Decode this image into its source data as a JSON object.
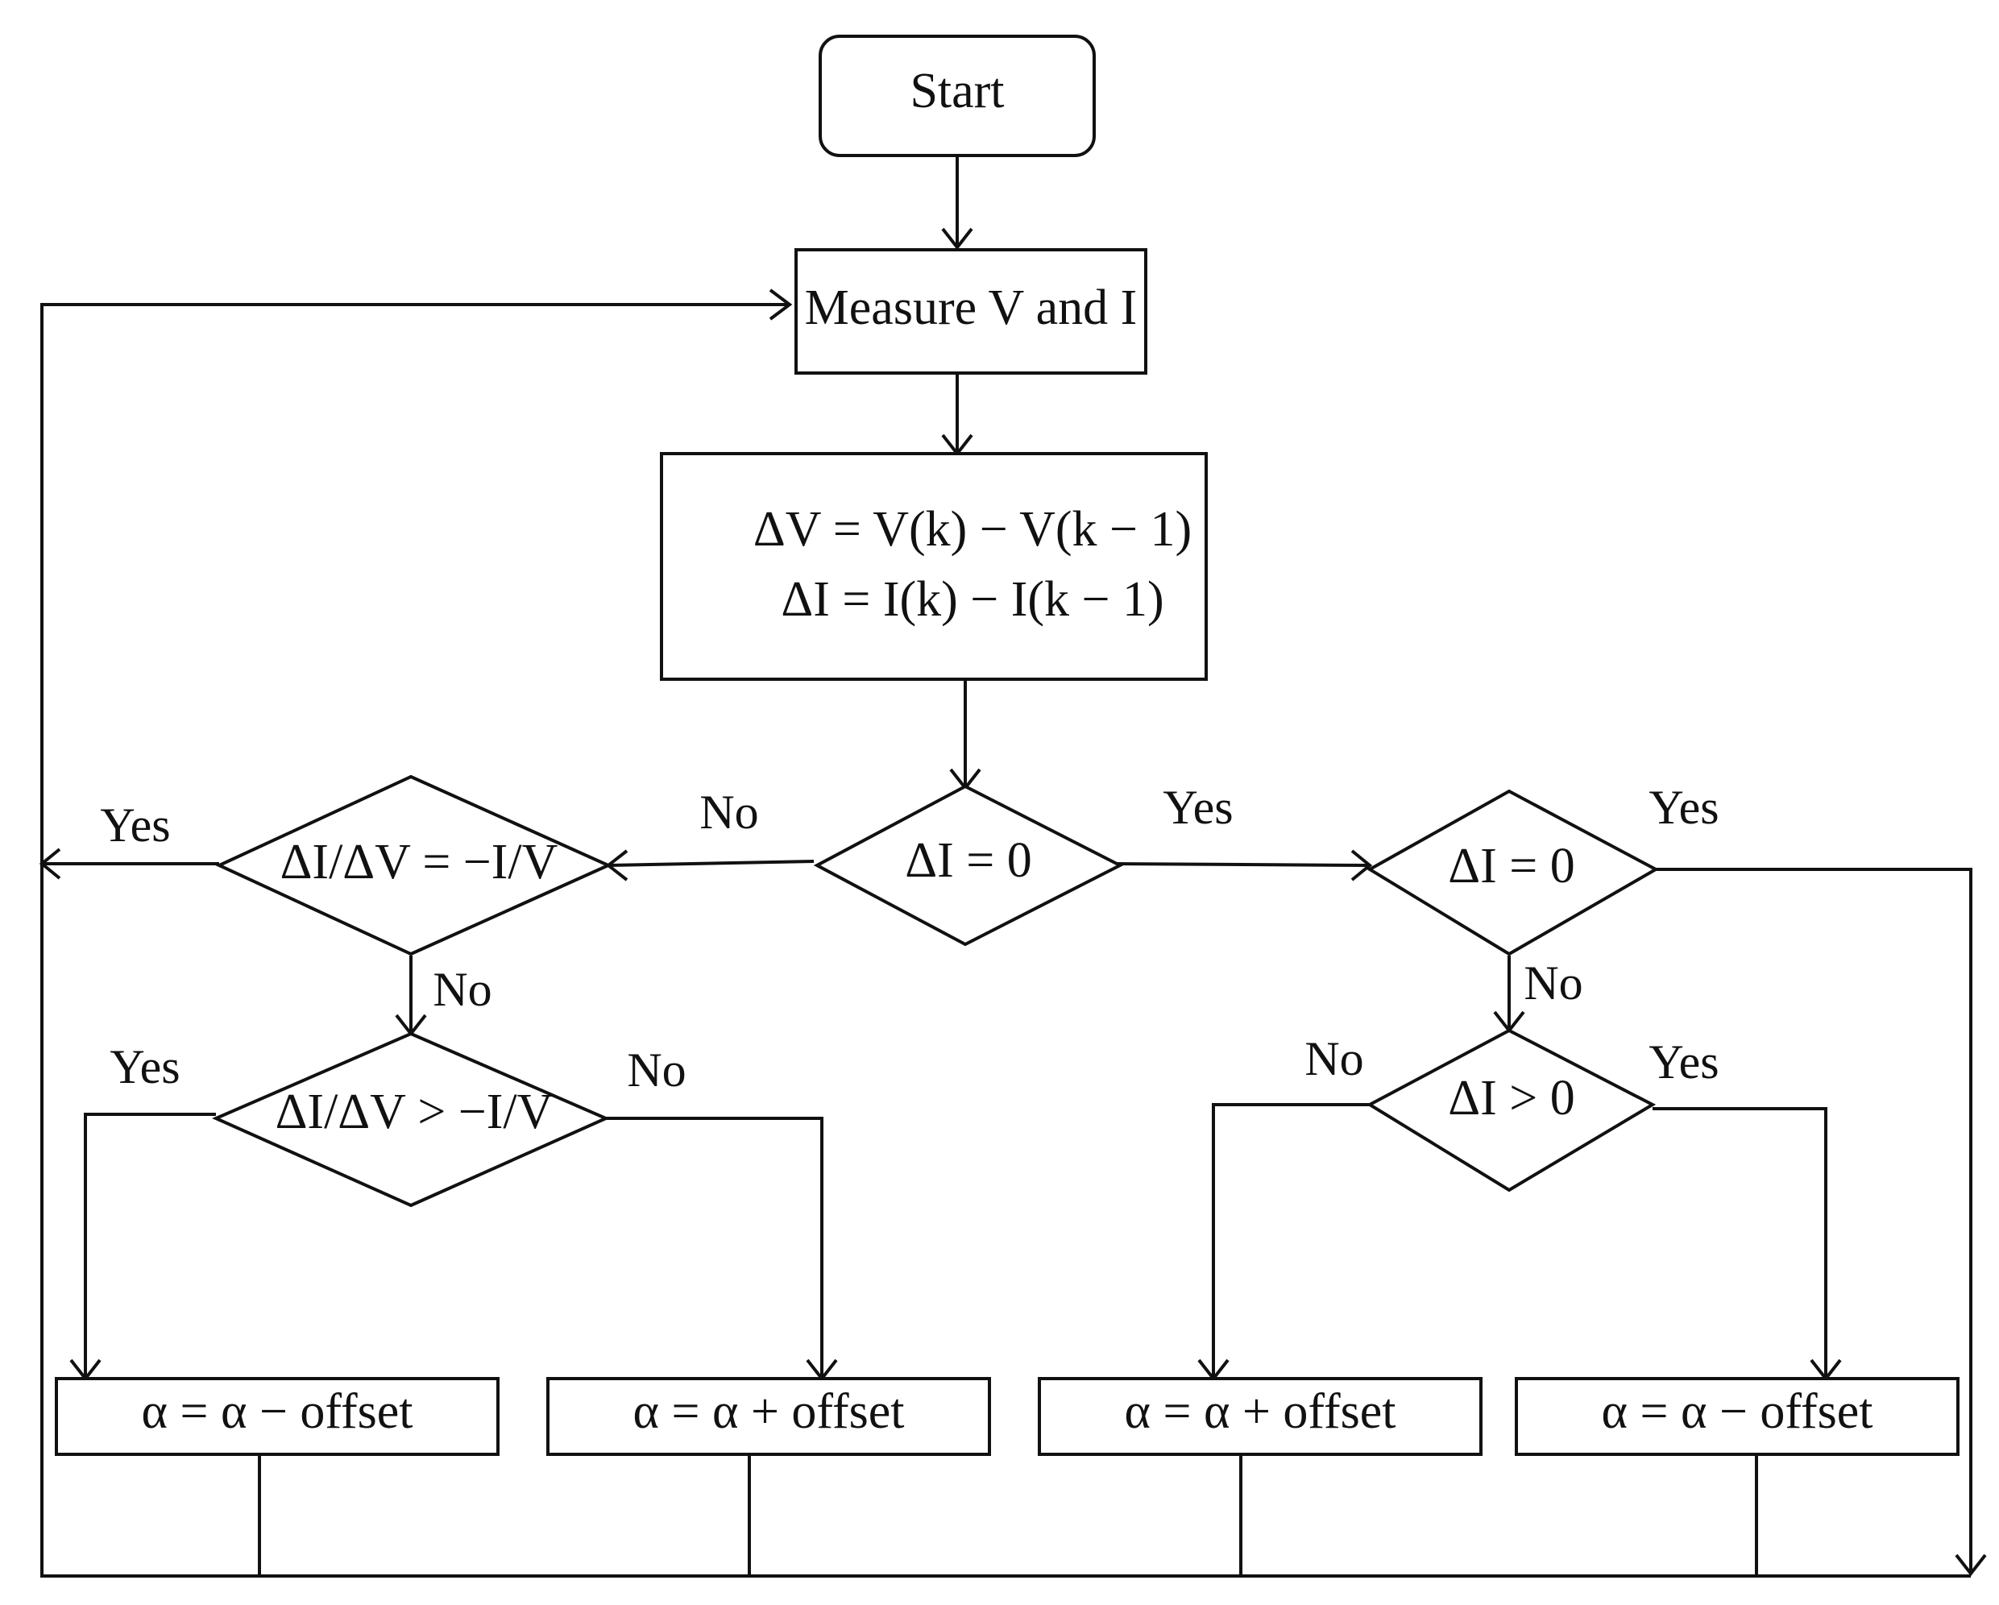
{
  "nodes": {
    "start": "Start",
    "measure": "Measure V and I",
    "delta_v": "ΔV = V(k) − V(k − 1)",
    "delta_i": "ΔI = I(k) − I(k − 1)",
    "dv_zero": "ΔI = 0",
    "cond_equal": "ΔI/ΔV = −I/V",
    "cond_greater": "ΔI/ΔV > −I/V",
    "di_zero": "ΔI = 0",
    "di_positive": "ΔI > 0",
    "out_left_minus": "α = α − offset",
    "out_left_plus": "α = α + offset",
    "out_right_plus": "α = α + offset",
    "out_right_minus": "α = α − offset"
  },
  "edges": {
    "center_no": "No",
    "center_yes": "Yes",
    "equal_yes": "Yes",
    "equal_no": "No",
    "greater_yes": "Yes",
    "greater_no": "No",
    "di_zero_yes": "Yes",
    "di_zero_no": "No",
    "di_positive_no": "No",
    "di_positive_yes": "Yes"
  }
}
